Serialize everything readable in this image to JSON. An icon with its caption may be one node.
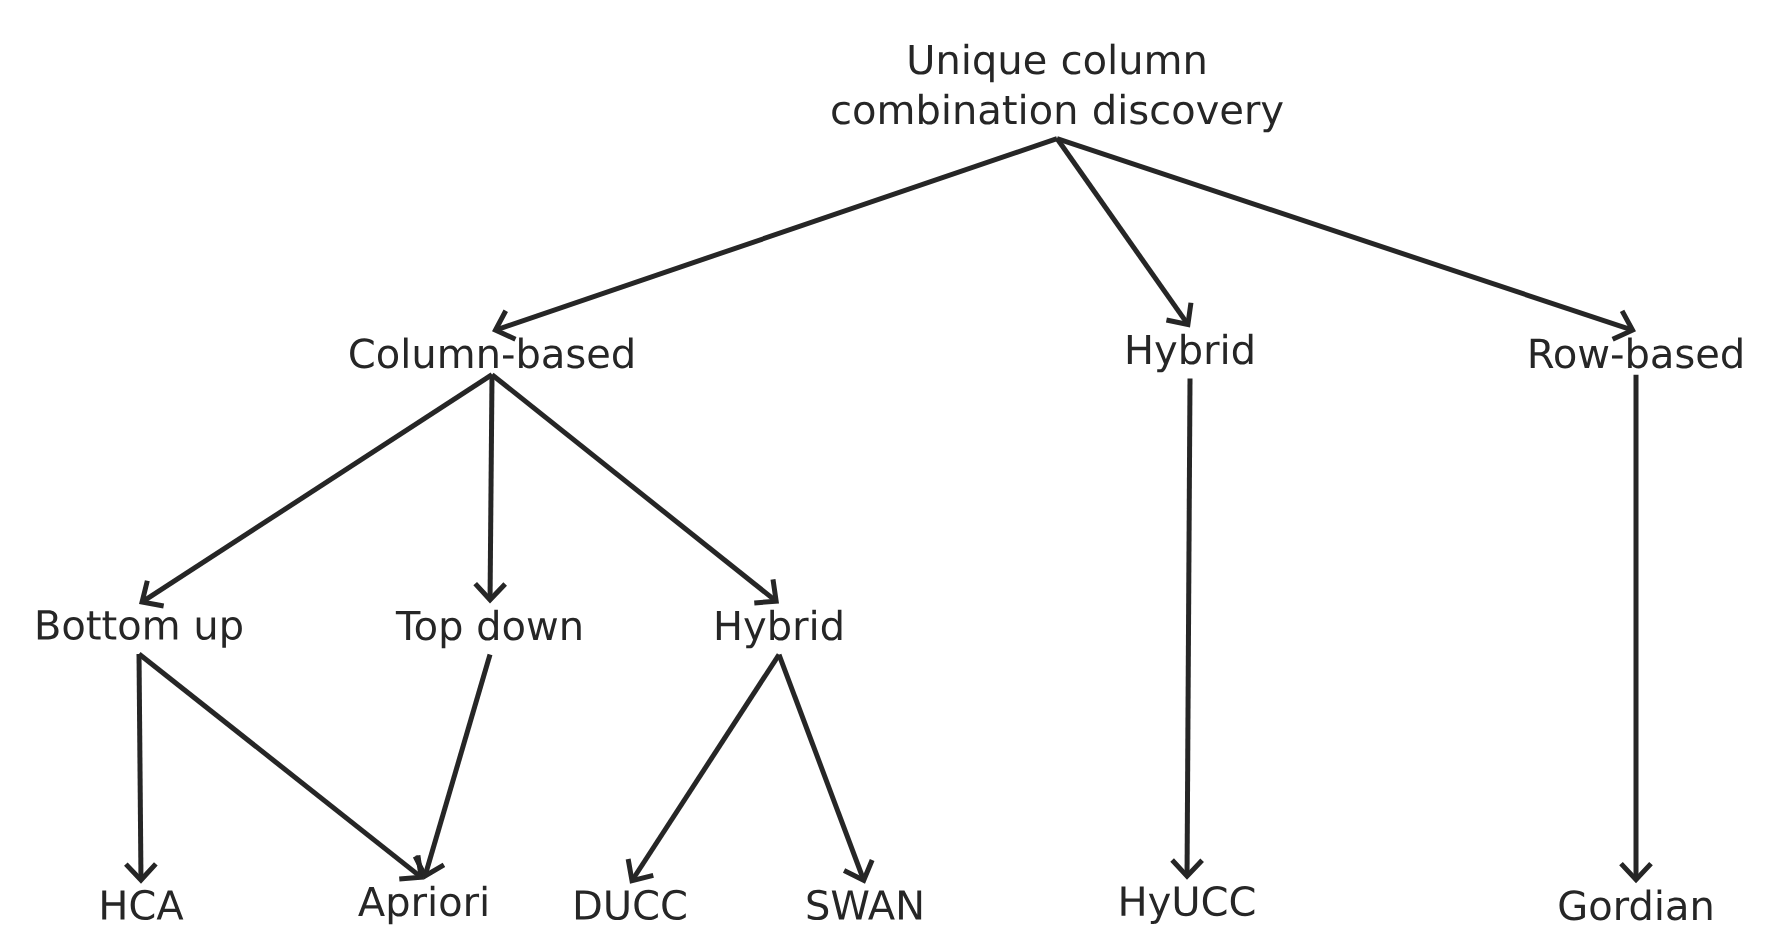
{
  "diagram": {
    "nodes": [
      {
        "text": [
          "Unique column combination discovery"
        ]
      },
      {
        "text": [
          "Column-based"
        ]
      },
      {
        "text": [
          "Hybrid"
        ]
      },
      {
        "text": [
          "Row-based"
        ]
      },
      {
        "text": [
          "Bottom up"
        ]
      },
      {
        "text": [
          "Top down"
        ]
      },
      {
        "text": [
          "Hybrid"
        ]
      },
      {
        "text": [
          "HCA"
        ]
      },
      {
        "text": [
          "Apriori"
        ]
      },
      {
        "text": [
          "DUCC"
        ]
      },
      {
        "text": [
          "SWAN"
        ]
      },
      {
        "text": [
          "HyUCC"
        ]
      },
      {
        "text": [
          "Gordian"
        ]
      }
    ],
    "edges": [
      {
        "from": 0,
        "to": 1,
        "arrow": "to"
      },
      {
        "from": 0,
        "to": 2,
        "arrow": "to"
      },
      {
        "from": 0,
        "to": 3,
        "arrow": "to"
      },
      {
        "from": 1,
        "to": 4,
        "arrow": "to"
      },
      {
        "from": 1,
        "to": 5,
        "arrow": "to"
      },
      {
        "from": 1,
        "to": 6,
        "arrow": "to"
      },
      {
        "from": 4,
        "to": 7,
        "arrow": "to"
      },
      {
        "from": 4,
        "to": 8,
        "arrow": "to"
      },
      {
        "from": 5,
        "to": 8,
        "arrow": "to"
      },
      {
        "from": 6,
        "to": 9,
        "arrow": "to"
      },
      {
        "from": 6,
        "to": 10,
        "arrow": "to"
      },
      {
        "from": 2,
        "to": 11,
        "arrow": "to"
      },
      {
        "from": 3,
        "to": 12,
        "arrow": "to"
      }
    ]
  }
}
